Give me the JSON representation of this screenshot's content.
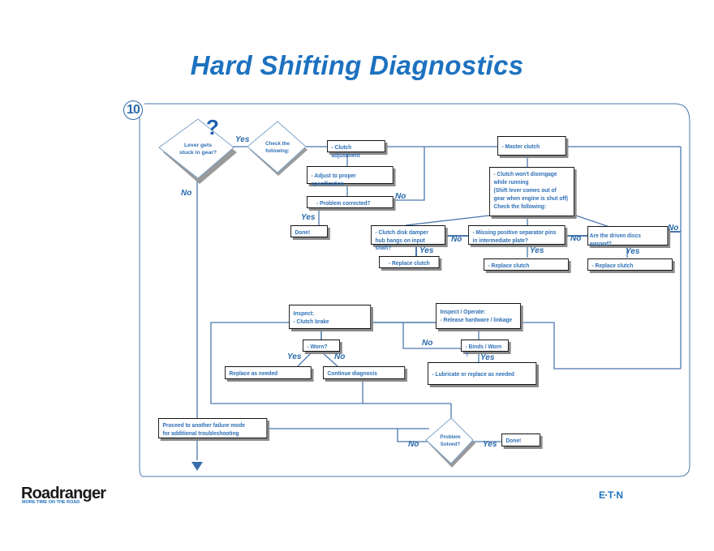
{
  "page": {
    "title": "Hard Shifting Diagnostics",
    "step_number": "10",
    "question_mark": "?"
  },
  "diamonds": {
    "lever_stuck": "Lever gets\nstuck in gear?",
    "check_following": "Check the\nfollowing:",
    "problem_solved": "Problem\nSolved?"
  },
  "boxes": {
    "clutch_adjustment": "- Clutch adjustment",
    "adjust_spec": "- Adjust to proper specification",
    "problem_corrected": "- Problem corrected?",
    "done_top": "Done!",
    "master_clutch": "- Master clutch",
    "clutch_wont_disengage": "- Clutch won't disengage\nwhile running\n(Shift lever comes out of\ngear when engine is shut off)\nCheck the following:",
    "damper_hub": "- Clutch disk damper\n hub hangs on input shaft?",
    "separator_pins": "- Missing positive separator pins\n  in intermediate plate?",
    "discs_warped": "Are the driven discs warped?",
    "replace_clutch_1": "- Replace clutch",
    "replace_clutch_2": "- Replace clutch",
    "replace_clutch_3": "- Replace clutch",
    "inspect_clutch_brake": "Inspect:\n- Clutch brake",
    "worn": "- Worn?",
    "replace_as_needed": "Replace as needed",
    "continue_diagnosis": "Continue diagnosis",
    "inspect_release": "Inspect / Operate:\n- Release hardware / linkage",
    "binds_worn": "- Binds / Worn ?",
    "lubricate": "- Lubricate or replace as needed",
    "proceed_failure_mode": "Proceed to another failure mode\nfor additional troubleshooting",
    "done_bottom": "Done!"
  },
  "labels": {
    "yes": "Yes",
    "no": "No"
  },
  "footer": {
    "roadranger_logo": "Roadranger",
    "roadranger_tagline": "MORE TIME ON THE ROAD",
    "eaton_logo": "E·T·N"
  },
  "colors": {
    "title": "#1d72c0",
    "line": "#4a78ad",
    "text": "#2e6fb5"
  }
}
